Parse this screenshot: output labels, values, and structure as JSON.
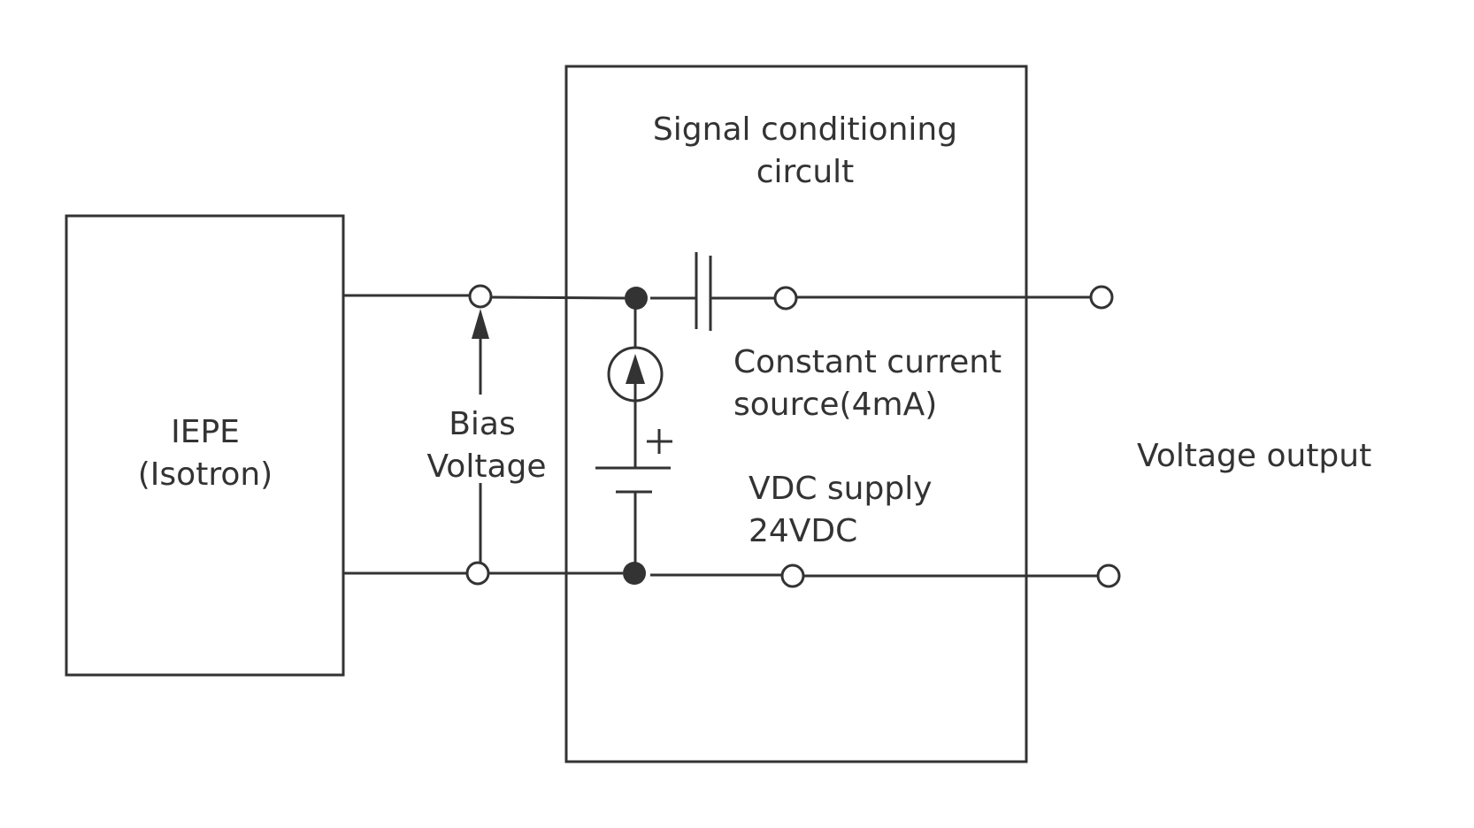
{
  "diagram": {
    "type": "circuit-schematic",
    "colors": {
      "stroke": "#333333",
      "background": "#ffffff"
    },
    "blocks": {
      "sensor": {
        "line1": "IEPE",
        "line2": "(Isotron)"
      },
      "conditioner": {
        "line1": "Signal conditioning",
        "line2": "circult"
      }
    },
    "labels": {
      "bias": {
        "line1": "Bias",
        "line2": "Voltage"
      },
      "current_source": {
        "line1": "Constant current",
        "line2": "source(4mA)"
      },
      "supply": {
        "line1": "VDC supply",
        "line2": "24VDC"
      },
      "output": "Voltage output",
      "plus_sign": "+"
    },
    "components": [
      {
        "name": "capacitor",
        "icon": "capacitor-symbol"
      },
      {
        "name": "constant-current-source",
        "icon": "current-source-symbol",
        "value": "4mA"
      },
      {
        "name": "dc-supply",
        "icon": "battery-symbol",
        "value": "24VDC"
      }
    ]
  }
}
